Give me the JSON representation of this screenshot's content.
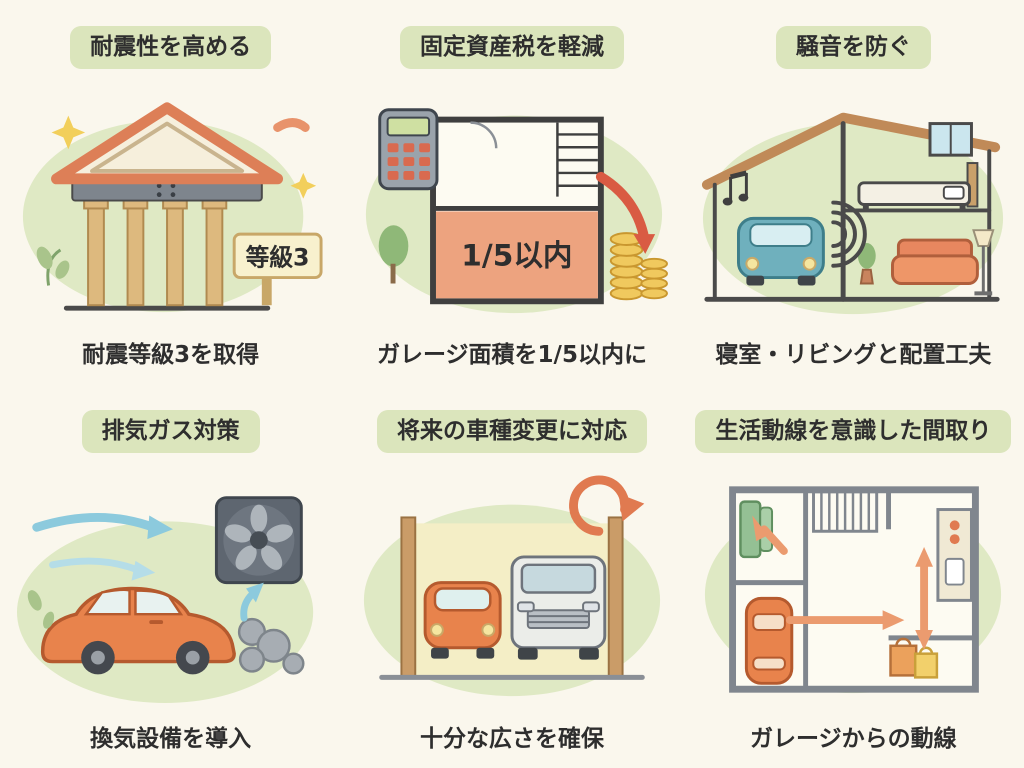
{
  "page": {
    "background": "#FAF7ED",
    "accent_green": "#DFE9C4",
    "badge_bg": "#DBE5BC",
    "text_color": "#2E2E2E",
    "orange": "#E8834C"
  },
  "panels": [
    {
      "title": "耐震性を高める",
      "caption": "耐震等級3を取得",
      "sign_label": "等級3"
    },
    {
      "title": "固定資産税を軽減",
      "caption": "ガレージ面積を1/5以内に",
      "area_label": "1/5以内"
    },
    {
      "title": "騒音を防ぐ",
      "caption": "寝室・リビングと配置工夫"
    },
    {
      "title": "排気ガス対策",
      "caption": "換気設備を導入"
    },
    {
      "title": "将来の車種変更に対応",
      "caption": "十分な広さを確保"
    },
    {
      "title": "生活動線を意識した間取り",
      "caption": "ガレージからの動線"
    }
  ]
}
